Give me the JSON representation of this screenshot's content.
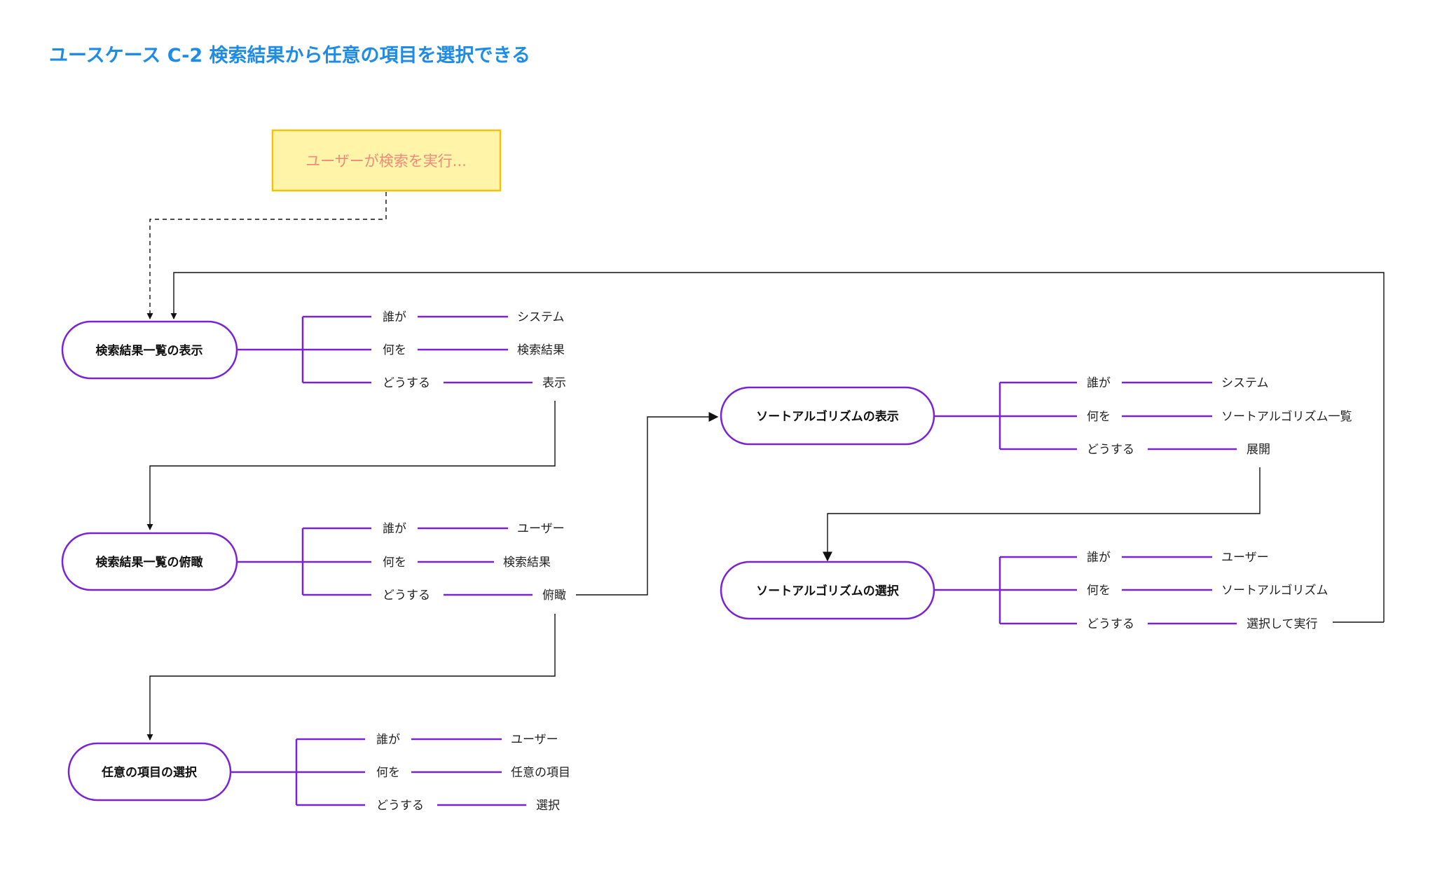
{
  "title": "ユースケース C-2 検索結果から任意の項目を選択できる",
  "note": "ユーザーが検索を実行...",
  "nodes": [
    {
      "label": "検索結果一覧の表示",
      "who_key": "誰が",
      "who": "システム",
      "what_key": "何を",
      "what": "検索結果",
      "how_key": "どうする",
      "how": "表示"
    },
    {
      "label": "検索結果一覧の俯瞰",
      "who_key": "誰が",
      "who": "ユーザー",
      "what_key": "何を",
      "what": "検索結果",
      "how_key": "どうする",
      "how": "俯瞰"
    },
    {
      "label": "任意の項目の選択",
      "who_key": "誰が",
      "who": "ユーザー",
      "what_key": "何を",
      "what": "任意の項目",
      "how_key": "どうする",
      "how": "選択"
    },
    {
      "label": "ソートアルゴリズムの表示",
      "who_key": "誰が",
      "who": "システム",
      "what_key": "何を",
      "what": "ソートアルゴリズム一覧",
      "how_key": "どうする",
      "how": "展開"
    },
    {
      "label": "ソートアルゴリズムの選択",
      "who_key": "誰が",
      "who": "ユーザー",
      "what_key": "何を",
      "what": "ソートアルゴリズム",
      "how_key": "どうする",
      "how": "選択して実行"
    }
  ],
  "colors": {
    "title": "#1e8ce6",
    "node_border": "#7a22d6",
    "note_fill": "#fff4a8",
    "note_border": "#f2c20c",
    "note_text": "#f08a7a"
  }
}
